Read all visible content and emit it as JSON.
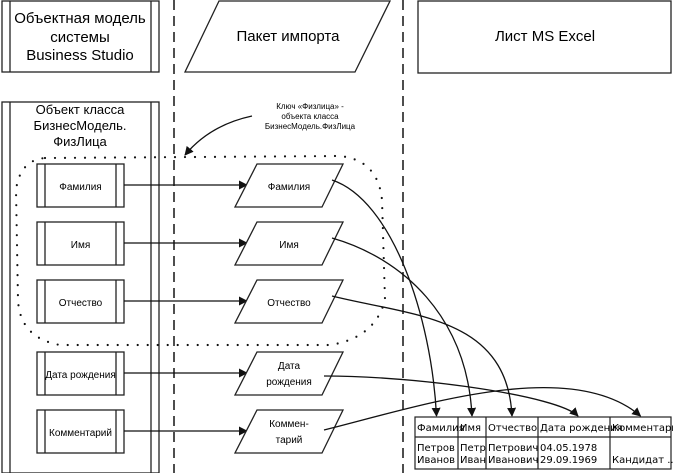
{
  "columns": {
    "business_studio": {
      "lines": [
        "Объектная модель",
        "системы",
        "Business Studio"
      ]
    },
    "import_package": {
      "label": "Пакет импорта"
    },
    "excel_sheet": {
      "label": "Лист MS Excel"
    }
  },
  "object_class": {
    "lines": [
      "Объект класса",
      "БизнесМодель.",
      "ФизЛица"
    ]
  },
  "key_annotation": {
    "lines": [
      "Ключ «Физлица» -",
      "объекта класса",
      "БизнесМодель.ФизЛица"
    ]
  },
  "attributes": [
    {
      "label": "Фамилия",
      "package_lines": [
        "Фамилия"
      ],
      "in_key": true
    },
    {
      "label": "Имя",
      "package_lines": [
        "Имя"
      ],
      "in_key": true
    },
    {
      "label": "Отчество",
      "package_lines": [
        "Отчество"
      ],
      "in_key": true
    },
    {
      "label": "Дата рождения",
      "package_lines": [
        "Дата",
        "рождения"
      ],
      "in_key": false
    },
    {
      "label": "Комментарий",
      "package_lines": [
        "Коммен-",
        "тарий"
      ],
      "in_key": false
    }
  ],
  "excel_table": {
    "headers": [
      "Фамилия",
      "Имя",
      "Отчество",
      "Дата рождения",
      "Комментарий"
    ],
    "rows": [
      [
        "Петров",
        "Петр",
        "Петрович",
        "04.05.1978",
        ""
      ],
      [
        "Иванов",
        "Иван",
        "Иванович",
        "29.09.1969",
        "Кандидат ..."
      ]
    ]
  }
}
